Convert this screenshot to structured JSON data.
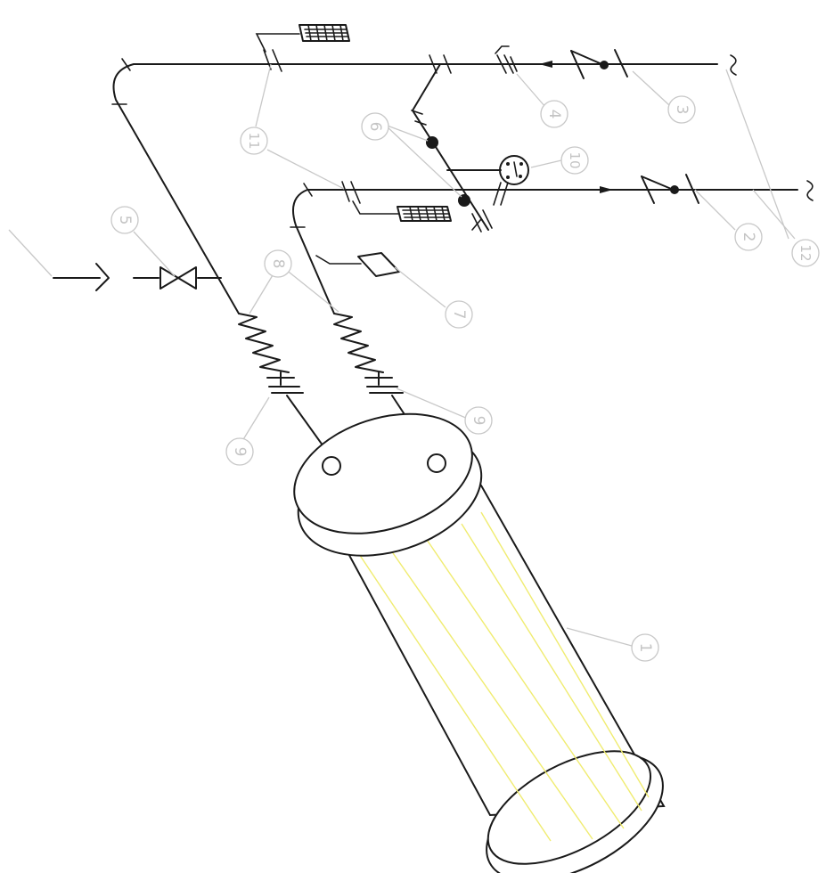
{
  "diagram": {
    "callouts": [
      {
        "label": "1"
      },
      {
        "label": "2"
      },
      {
        "label": "3"
      },
      {
        "label": "4"
      },
      {
        "label": "5"
      },
      {
        "label": "6"
      },
      {
        "label": "7"
      },
      {
        "label": "8"
      },
      {
        "label": "9"
      },
      {
        "label": "9"
      },
      {
        "label": "10"
      },
      {
        "label": "11"
      },
      {
        "label": "12"
      }
    ],
    "colors": {
      "line": "#1a1a1a",
      "callout": "#c8c8c8",
      "tube_stripes": "#f0ec70"
    }
  }
}
